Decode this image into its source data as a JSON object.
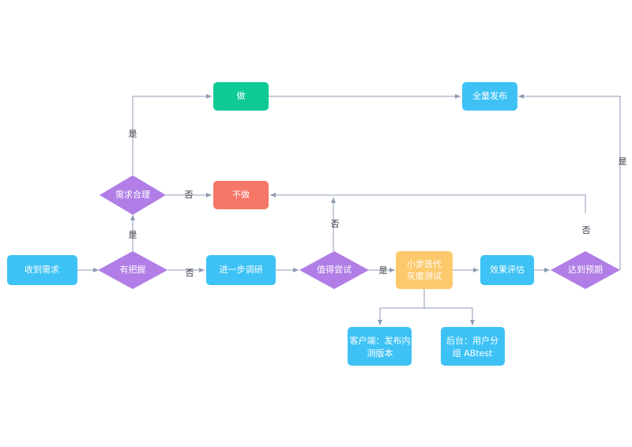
{
  "colors": {
    "blue": "#3ec2f5",
    "green": "#0fca94",
    "red": "#f57768",
    "orange": "#fcc96c",
    "purple": "#b07ee6",
    "edge": "#8e9bb3",
    "label": "#333344"
  },
  "nodes": {
    "receive": "收到需求",
    "confident": "有把握",
    "reasonable": "需求合理",
    "do": "做",
    "not_do": "不做",
    "research": "进一步调研",
    "worth_try": "值得尝试",
    "iterate_line1": "小步迭代",
    "iterate_line2": "灰度测试",
    "evaluate": "效果评估",
    "meet_expect": "达到预期",
    "release": "全量发布",
    "client_line1": "客户端：发布内",
    "client_line2": "测版本",
    "backend_line1": "后台：用户分",
    "backend_line2": "组 ABtest"
  },
  "labels": {
    "yes": "是",
    "no": "否"
  }
}
